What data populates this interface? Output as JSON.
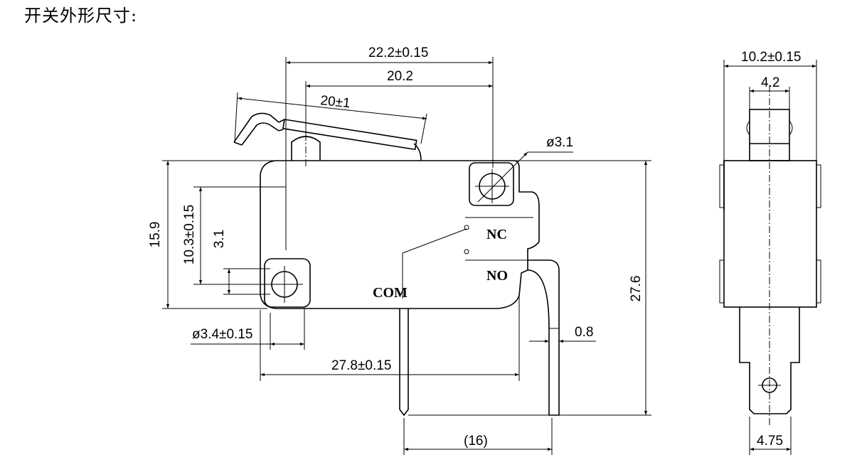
{
  "title": "开关外形尺寸:",
  "front_view": {
    "dims": {
      "overall_length": "22.2±0.15",
      "hole_to_hole": "20.2",
      "lever_length": "20±1",
      "hole_dia_small": "ø3.1",
      "body_height": "15.9",
      "pin_hole_height": "10.3±0.15",
      "pin_hole_offset": "3.1",
      "hole_dia_large": "ø3.4±0.15",
      "body_length": "27.8±0.15",
      "terminal_thickness": "0.8",
      "overall_height": "27.6",
      "terminal_pitch": "(16)"
    },
    "labels": {
      "nc": "NC",
      "no": "NO",
      "com": "COM"
    }
  },
  "side_view": {
    "dims": {
      "width": "10.2±0.15",
      "plunger_width": "4.2",
      "terminal_width": "4.75"
    }
  }
}
